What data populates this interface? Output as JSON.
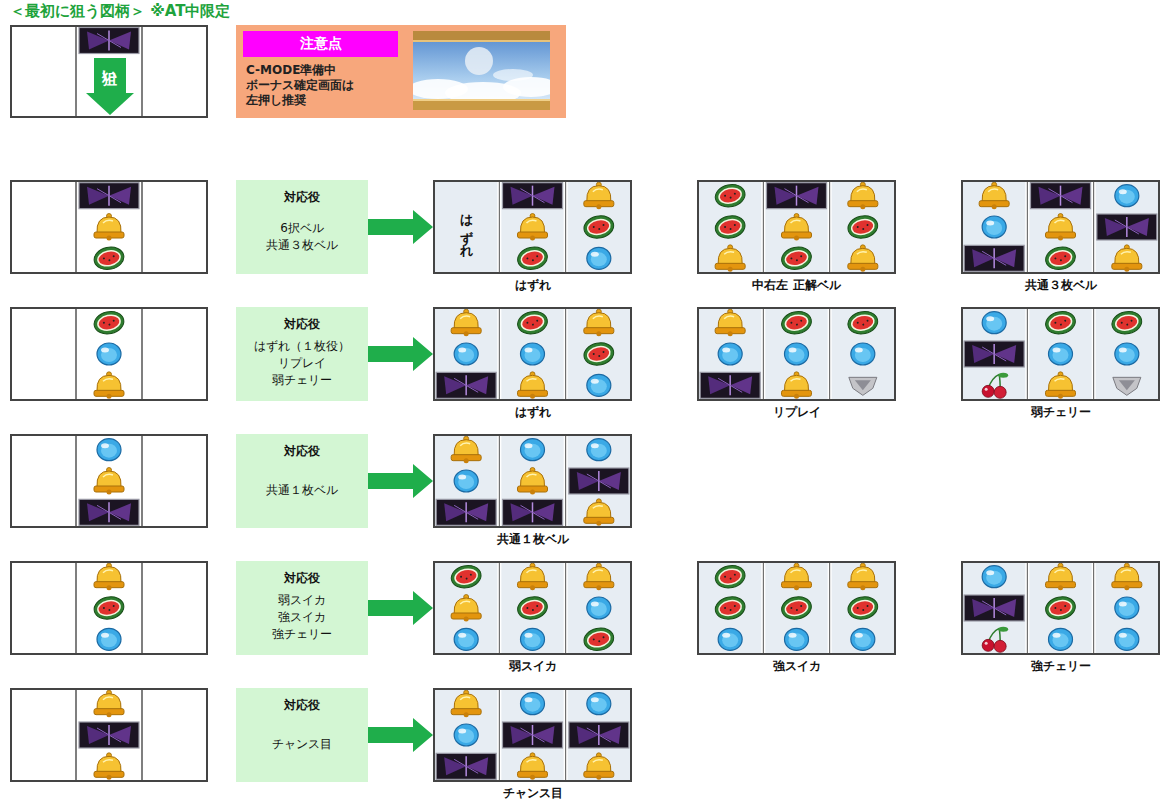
{
  "diagram": {
    "title": "＜最初に狙う図柄＞ ※AT中限定",
    "nodes": [
      {
        "text": [
          "狙い"
        ]
      },
      {
        "text": [
          "注意点",
          "C-MODE準備中 ボーナス確定画面は 左押し推奨"
        ]
      },
      {
        "text": [
          "対応役",
          "6択ベル",
          "共通３枚ベル"
        ]
      },
      {
        "text": [
          "はずれ",
          "はずれ"
        ]
      },
      {
        "text": [
          "中右左 正解ベル"
        ]
      },
      {
        "text": [
          "共通３枚ベル"
        ]
      },
      {
        "text": [
          "対応役",
          "はずれ（１枚役）",
          "リプレイ",
          "弱チェリー"
        ]
      },
      {
        "text": [
          "はずれ"
        ]
      },
      {
        "text": [
          "リプレイ"
        ]
      },
      {
        "text": [
          "弱チェリー"
        ]
      },
      {
        "text": [
          "対応役",
          "共通１枚ベル"
        ]
      },
      {
        "text": [
          "共通１枚ベル"
        ]
      },
      {
        "text": [
          "対応役",
          "弱スイカ",
          "強スイカ",
          "強チェリー"
        ]
      },
      {
        "text": [
          "弱スイカ"
        ]
      },
      {
        "text": [
          "強スイカ"
        ]
      },
      {
        "text": [
          "強チェリー"
        ]
      },
      {
        "text": [
          "対応役",
          "チャンス目"
        ]
      },
      {
        "text": [
          "チャンス目"
        ]
      }
    ],
    "edges": [
      {
        "from": 2,
        "to": 3,
        "arrow": "to"
      },
      {
        "from": 6,
        "to": 7,
        "arrow": "to"
      },
      {
        "from": 10,
        "to": 11,
        "arrow": "to"
      },
      {
        "from": 12,
        "to": 13,
        "arrow": "to"
      },
      {
        "from": 16,
        "to": 17,
        "arrow": "to"
      }
    ]
  }
}
